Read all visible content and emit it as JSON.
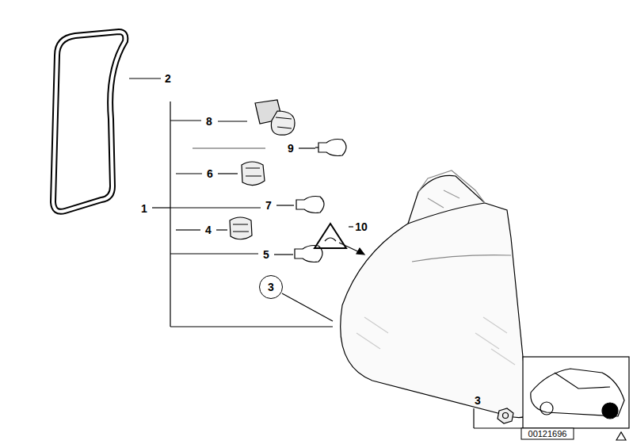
{
  "diagram": {
    "nodes": [
      {
        "text": [
          "3"
        ]
      }
    ],
    "labels": [
      "2",
      "8",
      "9",
      "6",
      "1",
      "7",
      "4",
      "10",
      "5",
      "3",
      "00121696"
    ]
  }
}
